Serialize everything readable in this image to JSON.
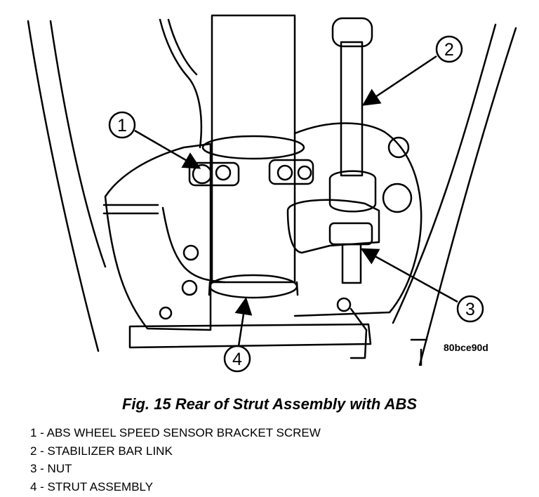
{
  "callouts": [
    "1",
    "2",
    "3",
    "4"
  ],
  "figure_code": "80bce90d",
  "caption": "Fig. 15 Rear of Strut Assembly with ABS",
  "legend": [
    "1 - ABS WHEEL SPEED SENSOR BRACKET SCREW",
    "2 - STABILIZER BAR LINK",
    "3 - NUT",
    "4 - STRUT ASSEMBLY"
  ]
}
